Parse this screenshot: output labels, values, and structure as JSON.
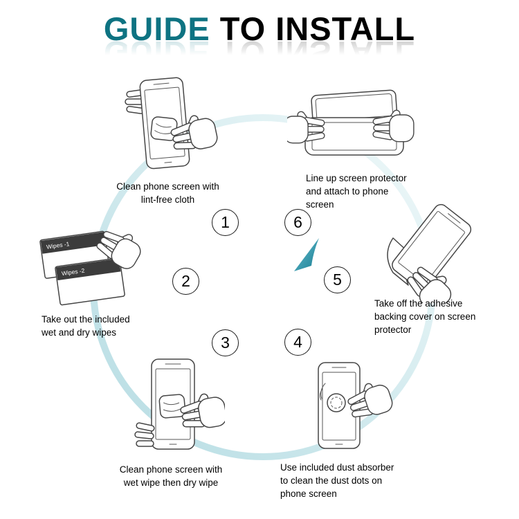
{
  "title": {
    "accent": "GUIDE",
    "rest": "TO INSTALL"
  },
  "colors": {
    "accent": "#0e7382",
    "text": "#000000",
    "ring_dark": "#a8d6de",
    "ring_light": "#eef8f9",
    "arrow_light": "#63bccd",
    "arrow_dark": "#1c7f94"
  },
  "steps": [
    {
      "number": "1",
      "caption": "Clean phone screen with\nlint-free cloth"
    },
    {
      "number": "2",
      "caption": "Take out the included\nwet and dry wipes"
    },
    {
      "number": "3",
      "caption": "Clean phone screen with\nwet wipe then dry wipe"
    },
    {
      "number": "4",
      "caption": "Use included dust absorber\nto clean the dust dots on\nphone screen"
    },
    {
      "number": "5",
      "caption": "Take off the adhesive\nbacking cover on screen\nprotector"
    },
    {
      "number": "6",
      "caption": "Line up screen protector\nand attach to phone\nscreen"
    }
  ],
  "illustrations": {
    "packet1": "Wipes -1",
    "packet2": "Wipes -2"
  }
}
